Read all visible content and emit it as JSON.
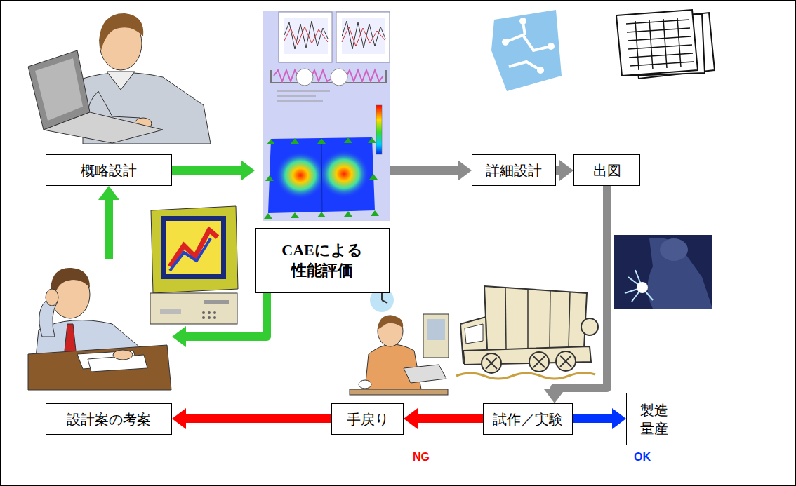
{
  "diagram": {
    "nodes": [
      {
        "text": [
          "概略設計"
        ]
      },
      {
        "text": [
          "CAEによる 性能評価"
        ]
      },
      {
        "text": [
          "詳細設計"
        ]
      },
      {
        "text": [
          "出図"
        ]
      },
      {
        "text": [
          "設計案の考案"
        ]
      },
      {
        "text": [
          "手戻り"
        ]
      },
      {
        "text": [
          "試作／実験"
        ]
      },
      {
        "text": [
          "製造 量産"
        ]
      }
    ],
    "edges": [
      {
        "from": 0,
        "to": 1,
        "arrow": "to"
      },
      {
        "from": 1,
        "to": 2,
        "arrow": "to"
      },
      {
        "from": 2,
        "to": 3,
        "arrow": "to"
      },
      {
        "from": 3,
        "to": 6,
        "arrow": "to"
      },
      {
        "from": 6,
        "to": 5,
        "label": "NG",
        "arrow": "to"
      },
      {
        "from": 5,
        "to": 4,
        "arrow": "to"
      },
      {
        "from": 6,
        "to": 7,
        "label": "OK",
        "arrow": "to"
      },
      {
        "from": 1,
        "to": 4,
        "arrow": "to"
      },
      {
        "from": 4,
        "to": 0,
        "arrow": "to"
      }
    ]
  }
}
